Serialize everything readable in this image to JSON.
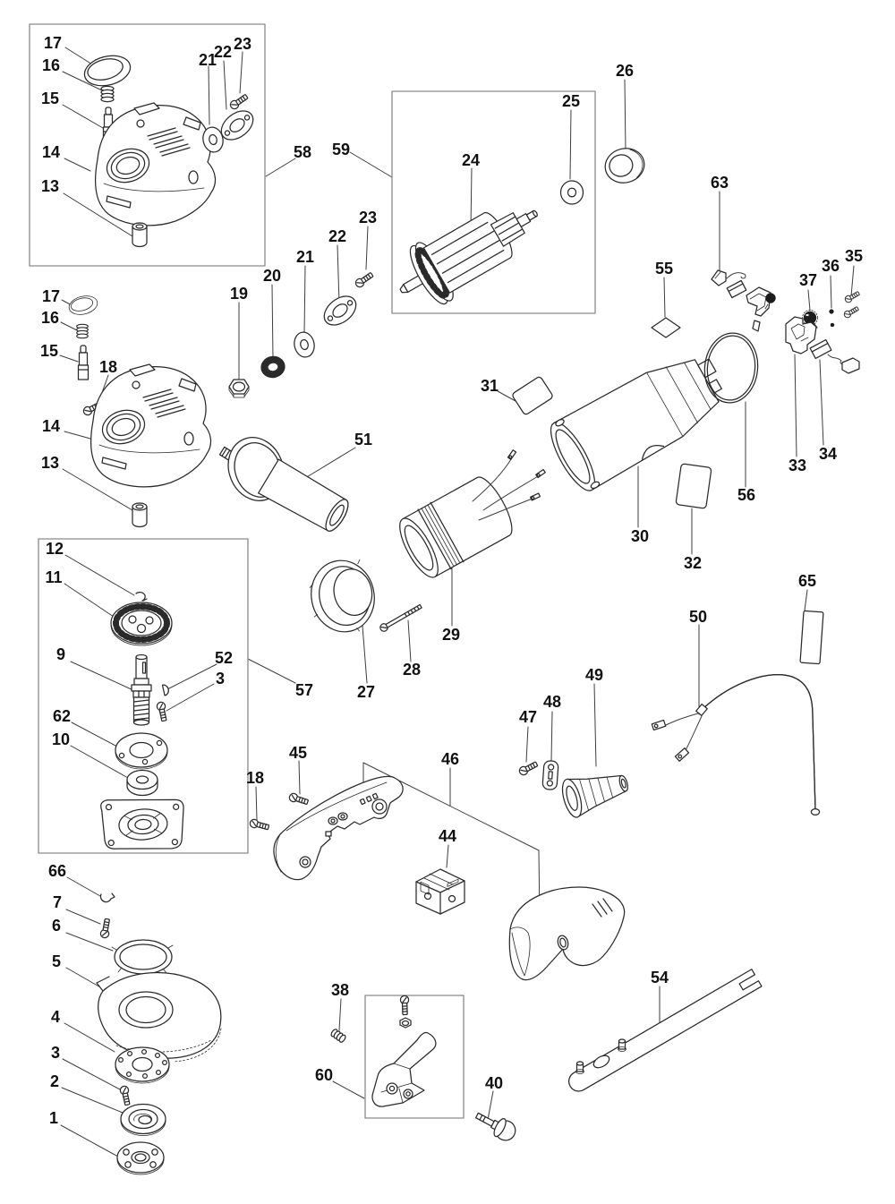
{
  "figure": {
    "type": "exploded-parts-diagram",
    "subject": "angle-grinder-parts-schematic",
    "background": "#ffffff",
    "line_color": "#2a2a2a",
    "callout_color": "#111111",
    "callouts": [
      "17",
      "16",
      "15",
      "14",
      "13",
      "21",
      "22",
      "23",
      "58",
      "59",
      "24",
      "25",
      "26",
      "63",
      "55",
      "37",
      "36",
      "35",
      "17",
      "16",
      "15",
      "18",
      "14",
      "13",
      "19",
      "20",
      "21",
      "22",
      "23",
      "51",
      "31",
      "30",
      "32",
      "56",
      "33",
      "34",
      "29",
      "28",
      "27",
      "57",
      "12",
      "11",
      "9",
      "52",
      "3",
      "62",
      "10",
      "65",
      "50",
      "49",
      "48",
      "47",
      "45",
      "18",
      "46",
      "44",
      "66",
      "7",
      "6",
      "5",
      "4",
      "3",
      "2",
      "1",
      "38",
      "60",
      "40",
      "54"
    ]
  }
}
